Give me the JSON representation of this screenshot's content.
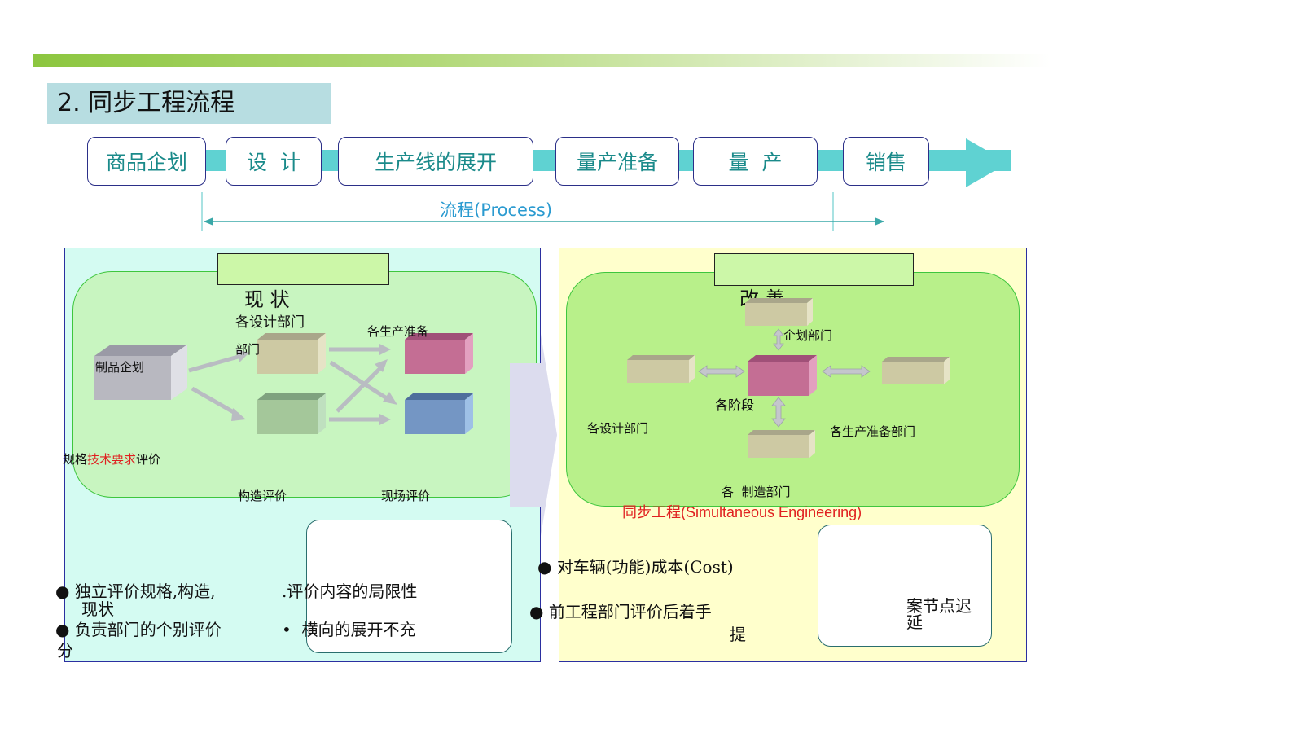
{
  "slide": {
    "title": "2. 同步工程流程"
  },
  "flow": {
    "steps": [
      "商品企划",
      "设  计",
      "生产线的展开",
      "量产准备",
      "量  产",
      "销售"
    ],
    "process_label": "流程(Process)"
  },
  "left": {
    "heading": "现    状",
    "labels": {
      "design_depts": "各设计部门",
      "design_depts_cont": "部门",
      "prep": "各生产准备",
      "product_plan": "制品企划",
      "spec_prefix": "规格",
      "spec_red": "技术要求",
      "spec_suffix": "评价",
      "structure_eval": "构造评价",
      "site_eval": "现场评价"
    },
    "bullets": {
      "b1": "独立评价规格,构造,",
      "b1_cont": "现状",
      "b2": "负责部门的个别评价",
      "b2_cont": "分",
      "c1": ".评价内容的局限性",
      "c2": "横向的展开不充"
    }
  },
  "right": {
    "heading": "改    善",
    "labels": {
      "plan_dept": "企划部门",
      "stage": "各阶段",
      "design_depts": "各设计部门",
      "prep_depts": "各生产准备部门",
      "mfg_depts": "各  制造部门",
      "se": "同步工程(Simultaneous Engineering)"
    },
    "bullets": {
      "b1": "对车辆(功能)成本(Cost)",
      "b2": "前工程部门评价后着手",
      "b3": "提",
      "c1": "案节点迟",
      "c2": "延"
    }
  },
  "colors": {
    "teal_band": "#5fd2d2",
    "step_text": "#1a8a8a",
    "process_text": "#2a9ad0",
    "accent_red": "#e02020",
    "left_bg": "#d4fbf2",
    "right_bg": "#ffffcc"
  }
}
